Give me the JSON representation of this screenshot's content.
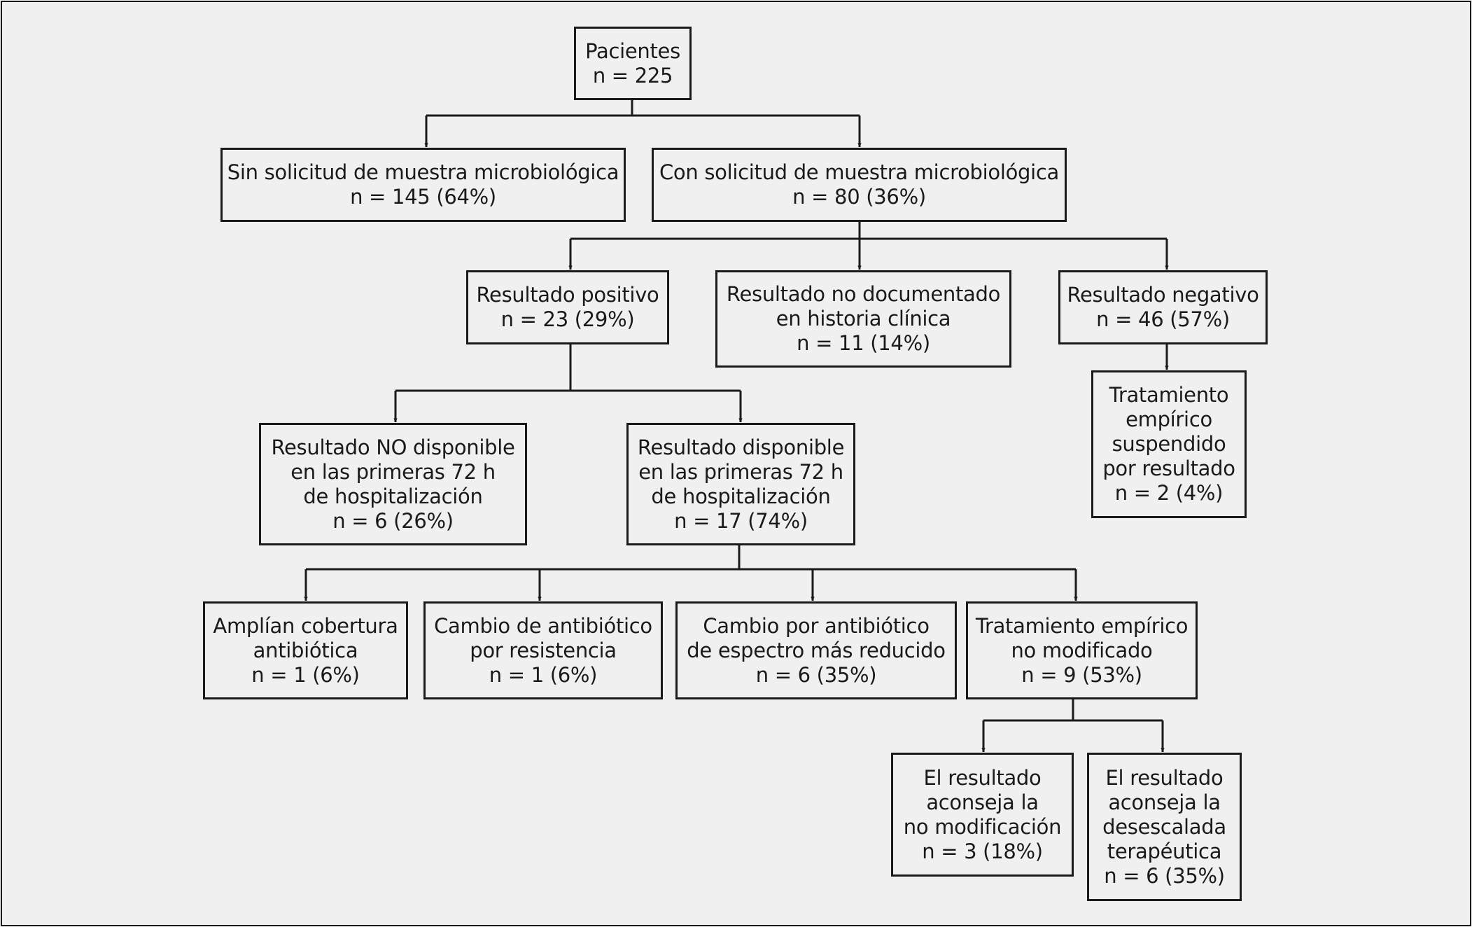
{
  "nodes": {
    "pacientes": [
      "Pacientes",
      "n = 225"
    ],
    "sin_solicitud": [
      "Sin solicitud de muestra microbiológica",
      "n = 145 (64%)"
    ],
    "con_solicitud": [
      "Con solicitud de muestra microbiológica",
      "n = 80 (36%)"
    ],
    "positivo": [
      "Resultado positivo",
      "n = 23 (29%)"
    ],
    "no_documentado": [
      "Resultado no documentado",
      "en historia clínica",
      "n = 11 (14%)"
    ],
    "negativo": [
      "Resultado negativo",
      "n = 46 (57%)"
    ],
    "suspendido": [
      "Tratamiento",
      "empírico",
      "suspendido",
      "por resultado",
      "n = 2 (4%)"
    ],
    "no_disponible": [
      "Resultado NO disponible",
      "en las primeras 72 h",
      "de hospitalización",
      "n = 6 (26%)"
    ],
    "disponible": [
      "Resultado disponible",
      "en las primeras 72 h",
      "de hospitalización",
      "n = 17 (74%)"
    ],
    "amplian": [
      "Amplían cobertura",
      "antibiótica",
      "n = 1 (6%)"
    ],
    "cambio_resistencia": [
      "Cambio de antibiótico",
      "por resistencia",
      "n = 1 (6%)"
    ],
    "cambio_espectro": [
      "Cambio por antibiótico",
      "de espectro más reducido",
      "n = 6 (35%)"
    ],
    "no_modificado": [
      "Tratamiento empírico",
      "no modificado",
      "n = 9 (53%)"
    ],
    "aconseja_no_mod": [
      "El resultado",
      "aconseja la",
      "no modificación",
      "n = 3 (18%)"
    ],
    "aconseja_desescalada": [
      "El resultado",
      "aconseja la",
      "desescalada",
      "terapéutica",
      "n = 6 (35%)"
    ]
  }
}
